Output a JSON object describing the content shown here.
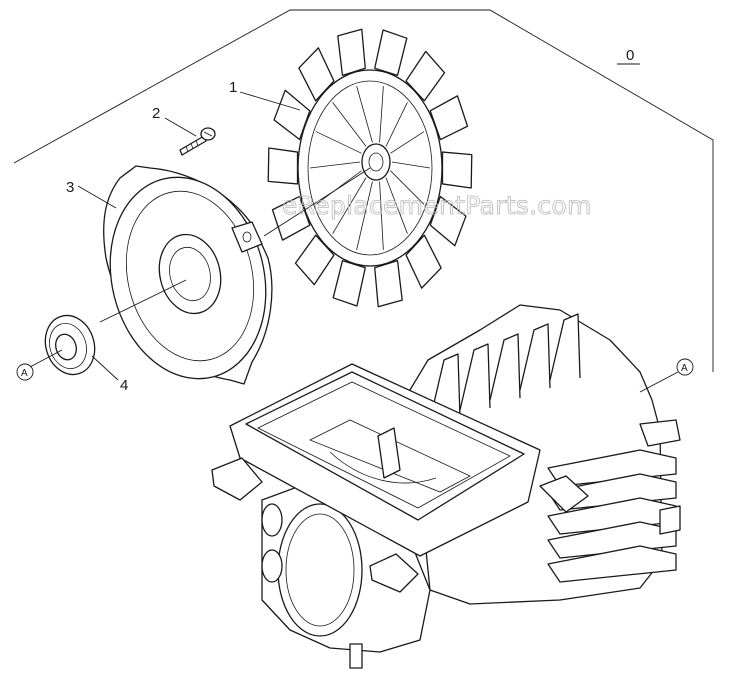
{
  "callouts": {
    "kit": "0",
    "fan": "1",
    "screw": "2",
    "end_shield": "3",
    "bearing": "4"
  },
  "reference_marker": "A",
  "watermark": "eReplacementParts.com"
}
